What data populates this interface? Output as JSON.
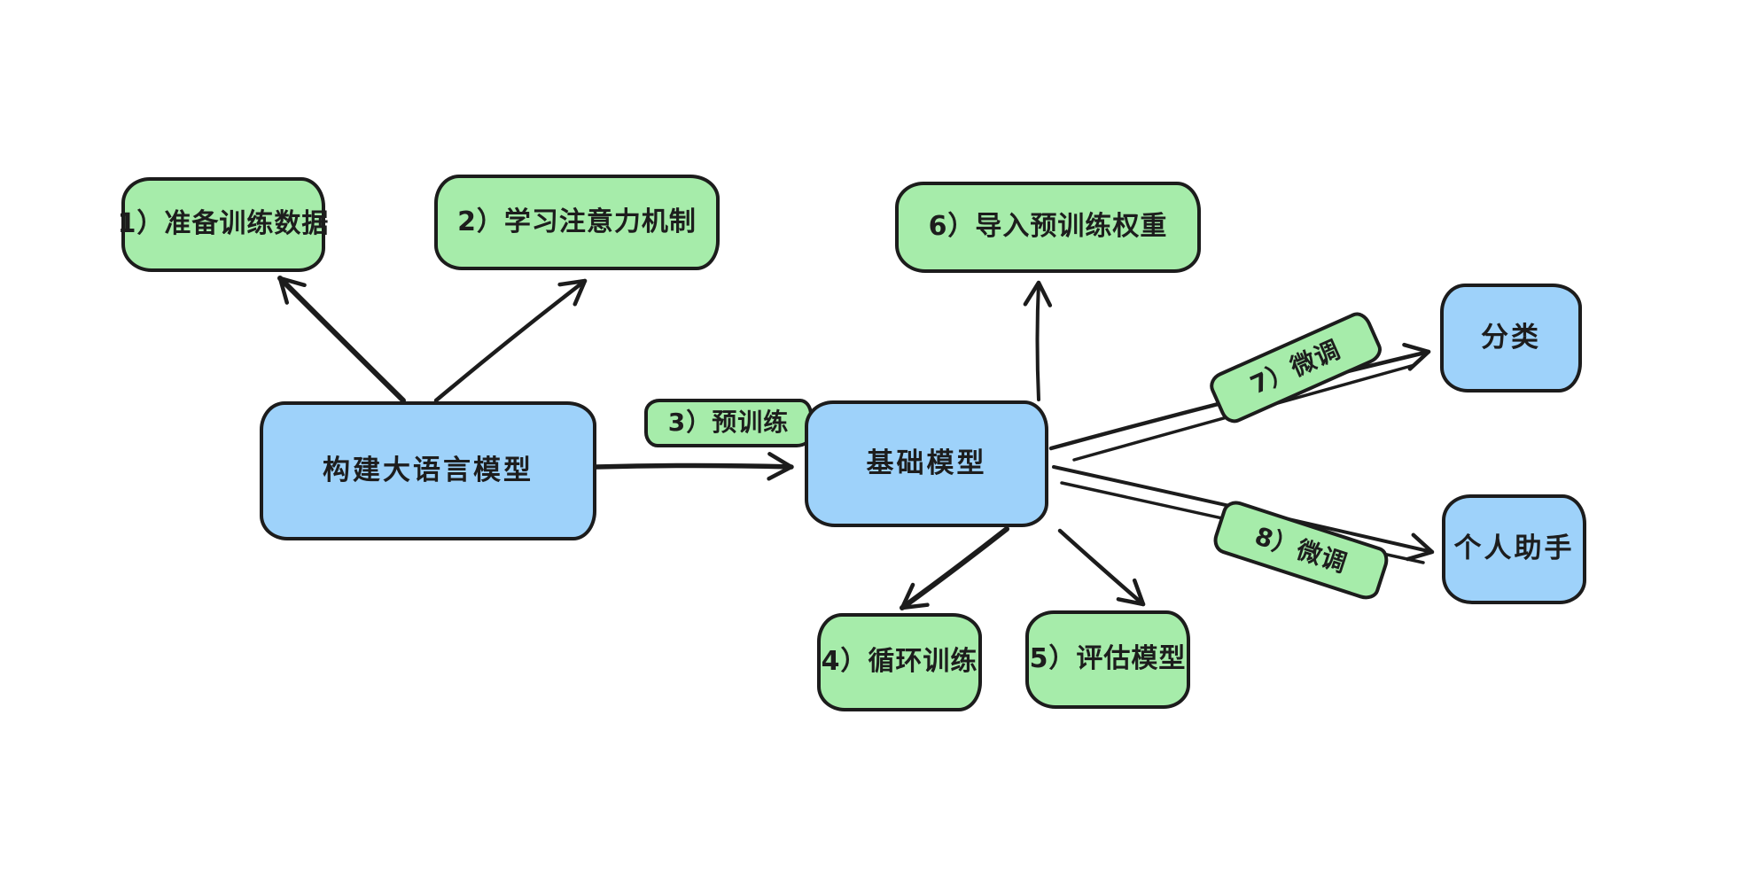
{
  "colors": {
    "node_green": "#a6ecaa",
    "node_blue": "#9ed2fa",
    "stroke": "#1c1c1c",
    "background": "#ffffff"
  },
  "nodes": {
    "prepare_training_data": {
      "label": "1）准备训练数据"
    },
    "learn_attention": {
      "label": "2）学习注意力机制"
    },
    "pretraining": {
      "label": "3）预训练"
    },
    "loop_training": {
      "label": "4）循环训练"
    },
    "evaluate_model": {
      "label": "5）评估模型"
    },
    "load_pretrained_weights": {
      "label": "6）导入预训练权重"
    },
    "finetune_classification": {
      "label": "7）微调"
    },
    "finetune_assistant": {
      "label": "8）微调"
    },
    "build_llm": {
      "label": "构建大语言模型"
    },
    "base_model": {
      "label": "基础模型"
    },
    "classification": {
      "label": "分类"
    },
    "personal_assistant": {
      "label": "个人助手"
    }
  },
  "edges": [
    {
      "from": "build_llm",
      "to": "prepare_training_data",
      "label": ""
    },
    {
      "from": "build_llm",
      "to": "learn_attention",
      "label": ""
    },
    {
      "from": "build_llm",
      "to": "base_model",
      "label": "3）预训练"
    },
    {
      "from": "base_model",
      "to": "load_pretrained_weights",
      "label": ""
    },
    {
      "from": "base_model",
      "to": "loop_training",
      "label": ""
    },
    {
      "from": "base_model",
      "to": "evaluate_model",
      "label": ""
    },
    {
      "from": "base_model",
      "to": "classification",
      "label": "7）微调"
    },
    {
      "from": "base_model",
      "to": "personal_assistant",
      "label": "8）微调"
    }
  ]
}
